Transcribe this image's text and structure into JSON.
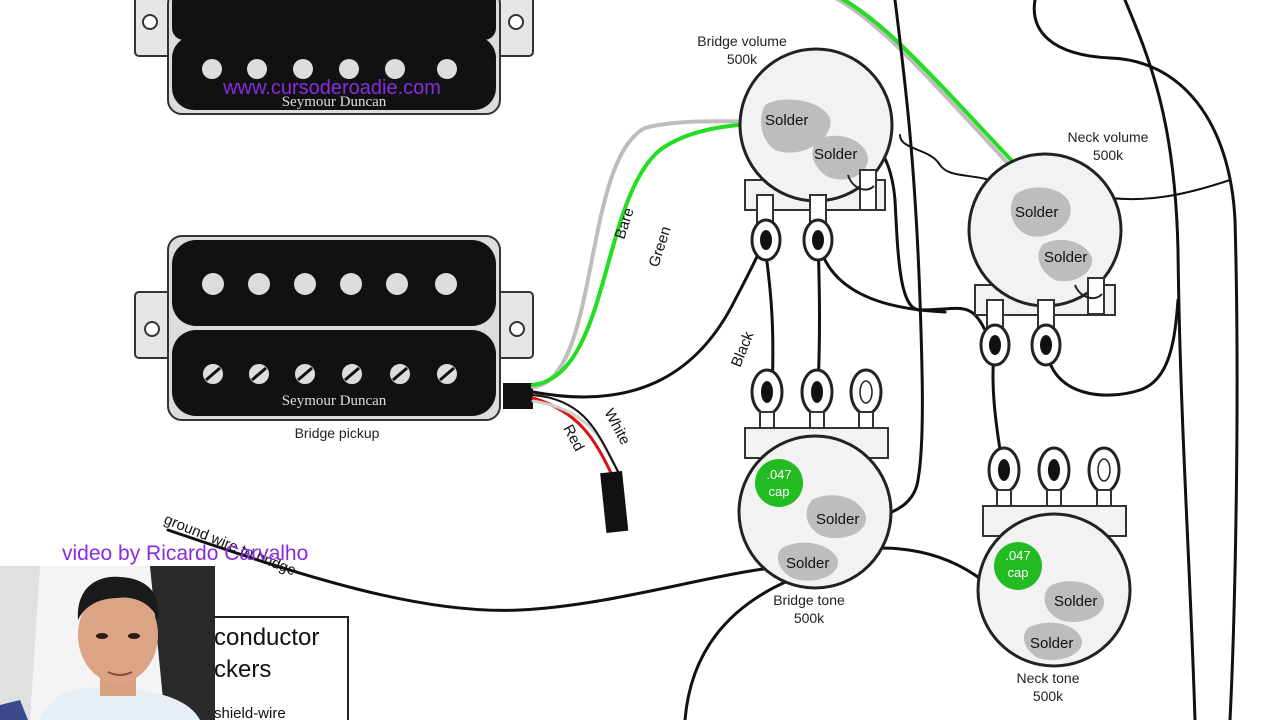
{
  "watermark": "www.cursoderoadie.com",
  "credit": "video by Ricardo Carvalho",
  "pickups": {
    "neck_brand": "Seymour Duncan",
    "bridge_brand": "Seymour Duncan",
    "bridge_label": "Bridge pickup"
  },
  "wire_labels": {
    "bare": "Bare",
    "green": "Green",
    "black": "Black",
    "red": "Red",
    "white": "White",
    "ground": "ground wire to bridge"
  },
  "pots": {
    "bridge_volume": {
      "title": "Bridge volume",
      "value": "500k"
    },
    "neck_volume": {
      "title": "Neck volume",
      "value": "500k"
    },
    "bridge_tone": {
      "title": "Bridge tone",
      "value": "500k"
    },
    "neck_tone": {
      "title": "Neck tone",
      "value": "500k"
    }
  },
  "solder": "Solder",
  "cap": {
    "value": ".047",
    "unit": "cap"
  },
  "legend": {
    "line1": "conductor",
    "line2": "ckers",
    "line3": "shield-wire"
  },
  "colors": {
    "green_wire": "#22dd22",
    "red_wire": "#dd1111",
    "cap_fill": "#22bb22",
    "watermark": "#8a2be2"
  }
}
